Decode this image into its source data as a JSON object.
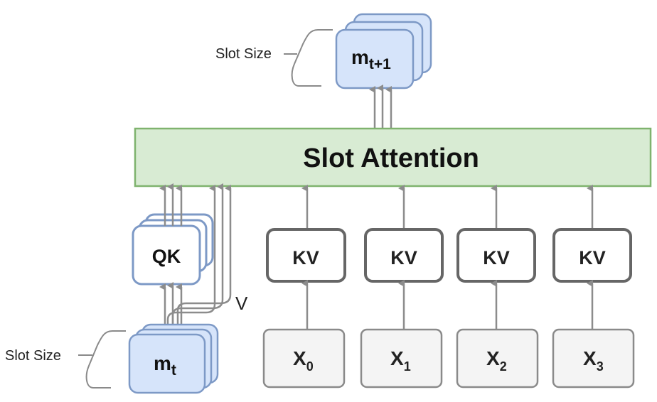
{
  "top_slot": {
    "size_label": "Slot Size",
    "name_main": "m",
    "name_sub": "t+1"
  },
  "attention": {
    "label": "Slot Attention"
  },
  "qk": {
    "label": "QK",
    "v_label": "V"
  },
  "bottom_slot": {
    "size_label": "Slot Size",
    "name_main": "m",
    "name_sub": "t"
  },
  "kv_blocks": [
    "KV",
    "KV",
    "KV",
    "KV"
  ],
  "inputs": [
    {
      "main": "X",
      "sub": "0"
    },
    {
      "main": "X",
      "sub": "1"
    },
    {
      "main": "X",
      "sub": "2"
    },
    {
      "main": "X",
      "sub": "3"
    }
  ],
  "colors": {
    "slot_fill": "#d6e4fa",
    "slot_stroke": "#7d99c6",
    "attention_fill": "#d8ebd3",
    "attention_stroke": "#7fb36e",
    "kv_stroke": "#666666",
    "input_fill": "#f4f4f4",
    "input_stroke": "#8a8a8a",
    "arrow": "#8c8c8c"
  }
}
